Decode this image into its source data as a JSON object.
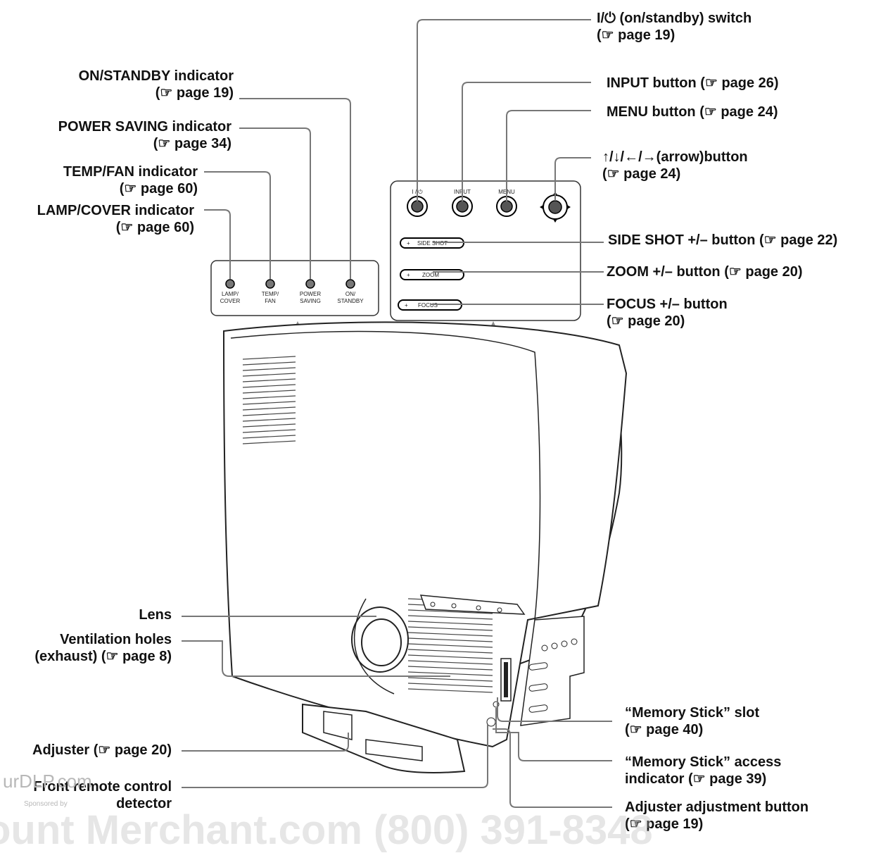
{
  "labels": {
    "on_standby_indicator": {
      "line1": "ON/STANDBY indicator",
      "line2": "(☞ page 19)"
    },
    "power_saving_indicator": {
      "line1": "POWER SAVING indicator",
      "line2": "(☞ page 34)"
    },
    "temp_fan_indicator": {
      "line1": "TEMP/FAN indicator",
      "line2": "(☞ page 60)"
    },
    "lamp_cover_indicator": {
      "line1": "LAMP/COVER indicator",
      "line2": "(☞ page 60)"
    },
    "power_switch": {
      "line1": "I/⏻ (on/standby) switch",
      "line2": "(☞ page 19)"
    },
    "input_button": {
      "line1": "INPUT button (☞ page 26)"
    },
    "menu_button": {
      "line1": "MENU button (☞ page 24)"
    },
    "arrow_button": {
      "line1": "↑/↓/←/→(arrow)button",
      "line2": "(☞ page 24)"
    },
    "side_shot_button": {
      "line1": "SIDE SHOT +/– button (☞ page 22)"
    },
    "zoom_button": {
      "line1": "ZOOM +/– button (☞ page 20)"
    },
    "focus_button": {
      "line1": "FOCUS +/– button",
      "line2": "(☞ page 20)"
    },
    "lens": {
      "line1": "Lens"
    },
    "ventilation_holes": {
      "line1": "Ventilation holes",
      "line2": "(exhaust) (☞ page 8)"
    },
    "adjuster": {
      "line1": "Adjuster (☞ page 20)"
    },
    "front_remote": {
      "line1": "Front remote control",
      "line2": "detector"
    },
    "memory_stick_slot": {
      "line1": "“Memory Stick” slot",
      "line2": "(☞ page 40)"
    },
    "memory_stick_access": {
      "line1": "“Memory Stick” access",
      "line2": "indicator (☞ page 39)"
    },
    "adjuster_button": {
      "line1": "Adjuster adjustment button",
      "line2": "(☞ page 19)"
    }
  },
  "indicator_panel": {
    "lamp_cover": "LAMP/\nCOVER",
    "temp_fan": "TEMP/\nFAN",
    "power_saving": "POWER\nSAVING",
    "on_standby": "ON/\nSTANDBY"
  },
  "control_panel": {
    "power": "I / ⏻",
    "input": "INPUT",
    "menu": "MENU",
    "side_shot": "SIDE SHOT",
    "zoom": "ZOOM",
    "focus": "FOCUS",
    "plus": "+"
  },
  "watermark": {
    "top": "urDLP.com",
    "sponsor": "Sponsored by",
    "bottom": "ount Merchant.com (800) 391-8348"
  }
}
